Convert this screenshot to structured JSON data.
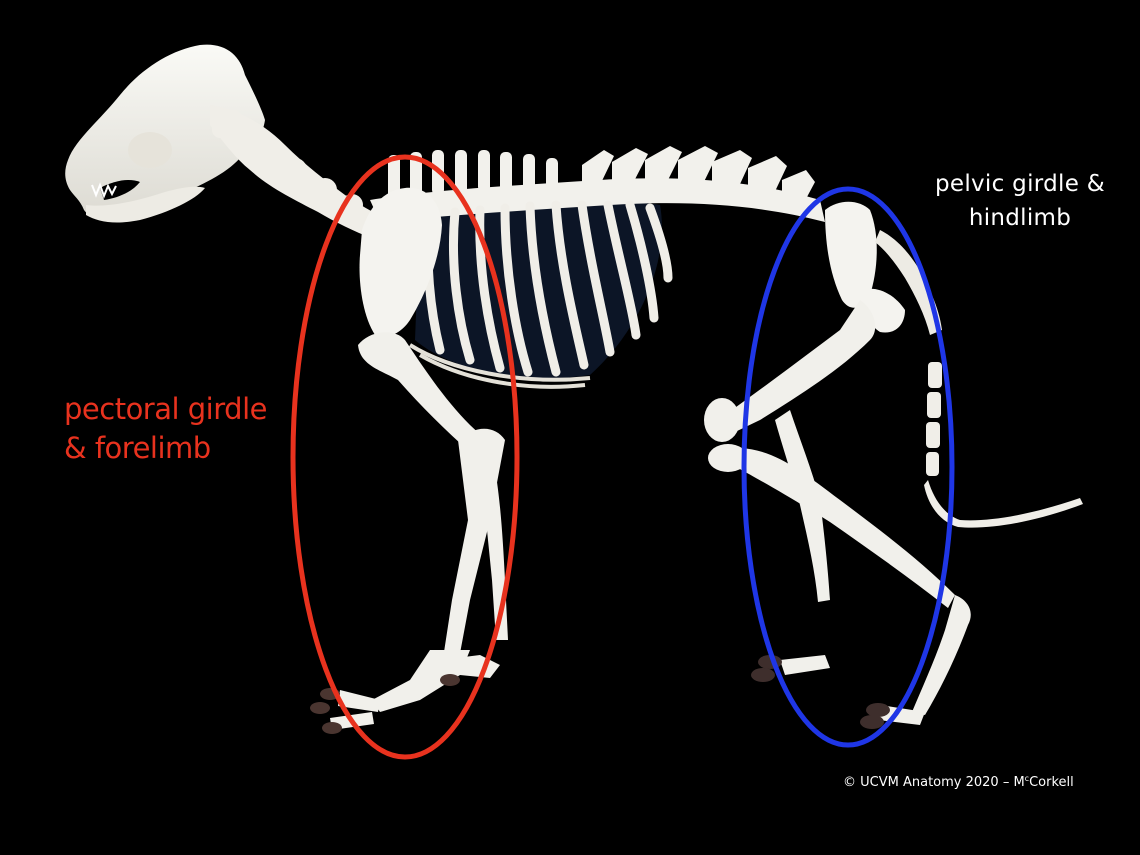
{
  "figure": {
    "subject": "canine skeleton, lateral view",
    "background_color": "#000000",
    "bone_color": "#F2F1EC"
  },
  "annotations": {
    "pectoral": {
      "line1": "pectoral girdle",
      "line2": "& forelimb",
      "color": "#E8321E",
      "ellipse_color": "#E8321E"
    },
    "pelvic": {
      "line1": "pelvic girdle &",
      "line2": "hindlimb",
      "color": "#FFFFFF",
      "ellipse_color": "#1F36E6"
    }
  },
  "footer": {
    "copyright_prefix": "© UCVM Anatomy 2020 – M",
    "copyright_sup": "c",
    "copyright_suffix": "Corkell",
    "color": "#FFFFFF"
  }
}
